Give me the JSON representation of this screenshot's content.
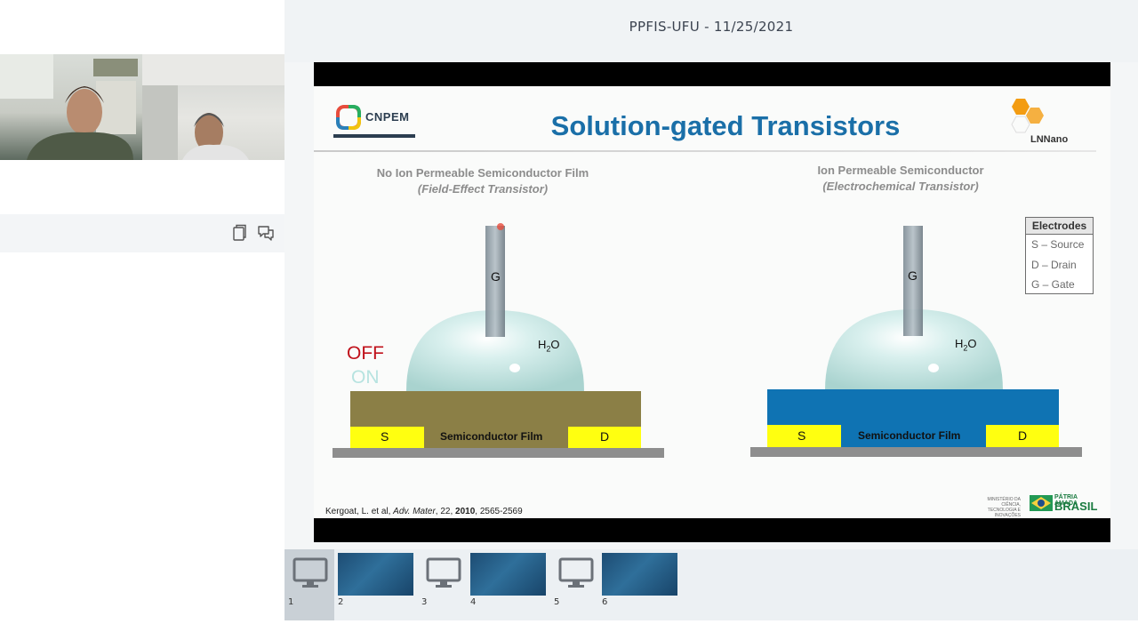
{
  "header": {
    "title": "PPFIS-UFU - 11/25/2021"
  },
  "left_panel": {
    "participants": [
      {
        "name": "participant-1-video"
      },
      {
        "name": "participant-2-video"
      }
    ],
    "toolbar_icons": [
      "copy-icon",
      "chat-bubbles-icon"
    ]
  },
  "slide": {
    "title": "Solution-gated Transistors",
    "logo_left": "CNPEM",
    "logo_right": "LNNano",
    "left_column": {
      "heading": "No Ion Permeable Semiconductor Film",
      "subheading": "(Field-Effect Transistor)"
    },
    "right_column": {
      "heading": "Ion Permeable Semiconductor",
      "subheading": "(Electrochemical Transistor)"
    },
    "diagram_labels": {
      "gate": "G",
      "water": "H",
      "water_sub": "2",
      "water_end": "O",
      "source": "S",
      "drain": "D",
      "film": "Semiconductor Film"
    },
    "state": {
      "off": "OFF",
      "on": "ON"
    },
    "legend": {
      "title": "Electrodes",
      "items": [
        "S – Source",
        "D – Drain",
        "G – Gate"
      ]
    },
    "reference": {
      "authors": "Kergoat, L. et al, ",
      "journal": "Adv. Mater",
      "volume": ", 22, ",
      "year": "2010",
      "pages": ", 2565-2569"
    },
    "footer_gov": {
      "ministry": "MINISTÉRIO DA CIÊNCIA, TECNOLOGIA E INOVAÇÕES",
      "slogan_top": "PÁTRIA AMADA",
      "slogan_main": "BRASIL"
    },
    "colors": {
      "title": "#1a6fa8",
      "film_left": "#8b7f46",
      "film_right": "#0f73b3",
      "electrode": "#ffff10",
      "substrate": "#8e8e8e",
      "droplet": "#c4e6e3",
      "off": "#c0101a"
    }
  },
  "thumbnails": [
    {
      "num": "1",
      "kind": "screen"
    },
    {
      "num": "2",
      "kind": "slide"
    },
    {
      "num": "3",
      "kind": "screen"
    },
    {
      "num": "4",
      "kind": "slide"
    },
    {
      "num": "5",
      "kind": "screen"
    },
    {
      "num": "6",
      "kind": "slide"
    }
  ]
}
